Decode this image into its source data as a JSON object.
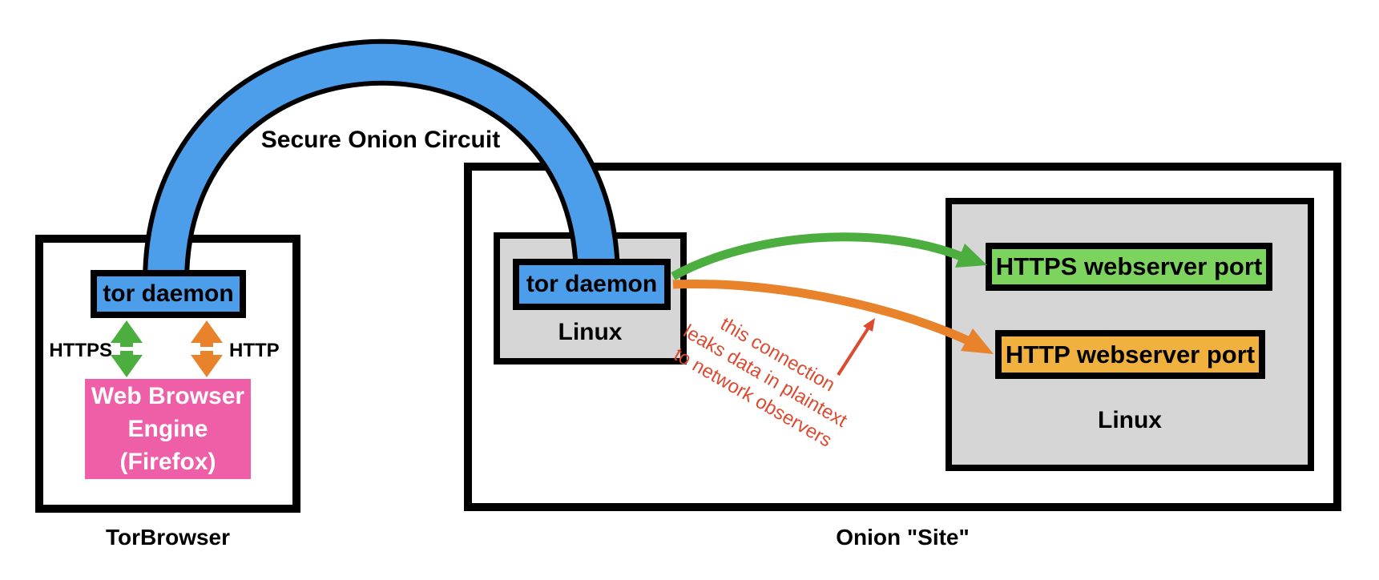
{
  "colors": {
    "blue": "#4D9EEA",
    "green": "#4CAE3E",
    "greenlight": "#7CD45E",
    "orange": "#E8832C",
    "orangelight": "#F1B13F",
    "pink": "#EE5FA7",
    "red": "#DC4B31",
    "gray": "#D6D6D6",
    "line": "#000000"
  },
  "circuit": {
    "label": "Secure Onion Circuit"
  },
  "torbrowser": {
    "caption": "TorBrowser",
    "tor_daemon_label": "tor daemon",
    "https_label": "HTTPS",
    "http_label": "HTTP",
    "engine_line1": "Web Browser",
    "engine_line2": "Engine",
    "engine_line3": "(Firefox)"
  },
  "onion_site": {
    "caption": "Onion \"Site\"",
    "tor_host": {
      "tor_daemon_label": "tor daemon",
      "os_label": "Linux"
    },
    "web_host": {
      "https_port_label": "HTTPS webserver port",
      "http_port_label": "HTTP webserver port",
      "os_label": "Linux"
    },
    "annotation_line1": "this connection",
    "annotation_line2": "leaks data in plaintext",
    "annotation_line3": "to network observers"
  }
}
